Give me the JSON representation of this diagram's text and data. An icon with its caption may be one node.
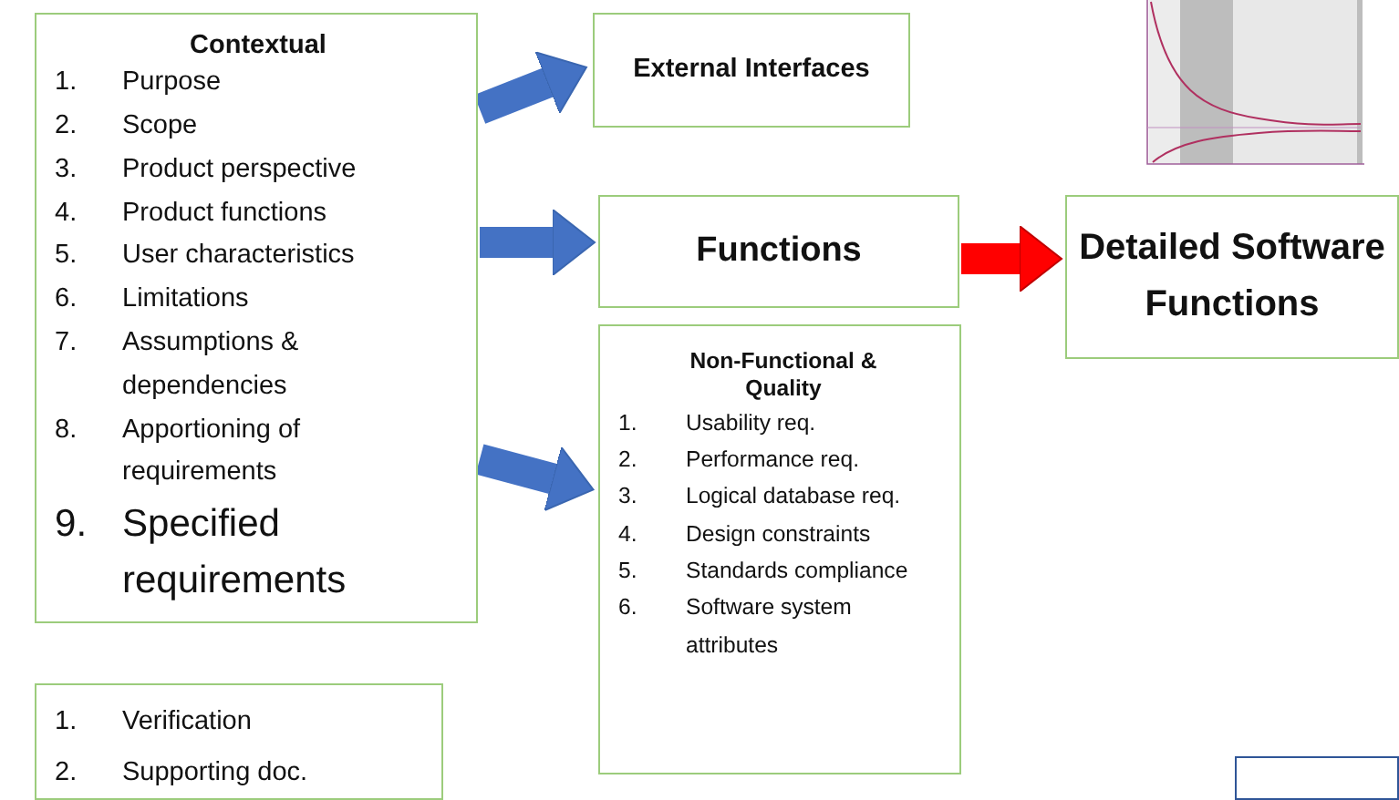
{
  "diagram": {
    "nodes": [
      {
        "text": [
          "Contextual",
          "1. Purpose",
          "2. Scope",
          "3. Product perspective",
          "4. Product functions",
          "5. User characteristics",
          "6. Limitations",
          "7. Assumptions & dependencies",
          "8. Apportioning of requirements",
          "9. Specified requirements"
        ]
      },
      {
        "text": [
          "External Interfaces"
        ]
      },
      {
        "text": [
          "Functions"
        ]
      },
      {
        "text": [
          "Non-Functional & Quality",
          "1. Usability req.",
          "2. Performance req.",
          "3. Logical database req.",
          "4. Design constraints",
          "5. Standards compliance",
          "6. Software system attributes"
        ]
      },
      {
        "text": [
          "Detailed Software Functions"
        ]
      },
      {
        "text": [
          "1. Verification",
          "2. Supporting doc."
        ]
      },
      {
        "text": [],
        "shape": "box"
      }
    ],
    "edges": [
      {
        "from": 0,
        "to": 1,
        "arrow": "to"
      },
      {
        "from": 0,
        "to": 2,
        "arrow": "to"
      },
      {
        "from": 0,
        "to": 3,
        "arrow": "to"
      },
      {
        "from": 2,
        "to": 4,
        "arrow": "to",
        "color": "#ff0000"
      }
    ]
  }
}
